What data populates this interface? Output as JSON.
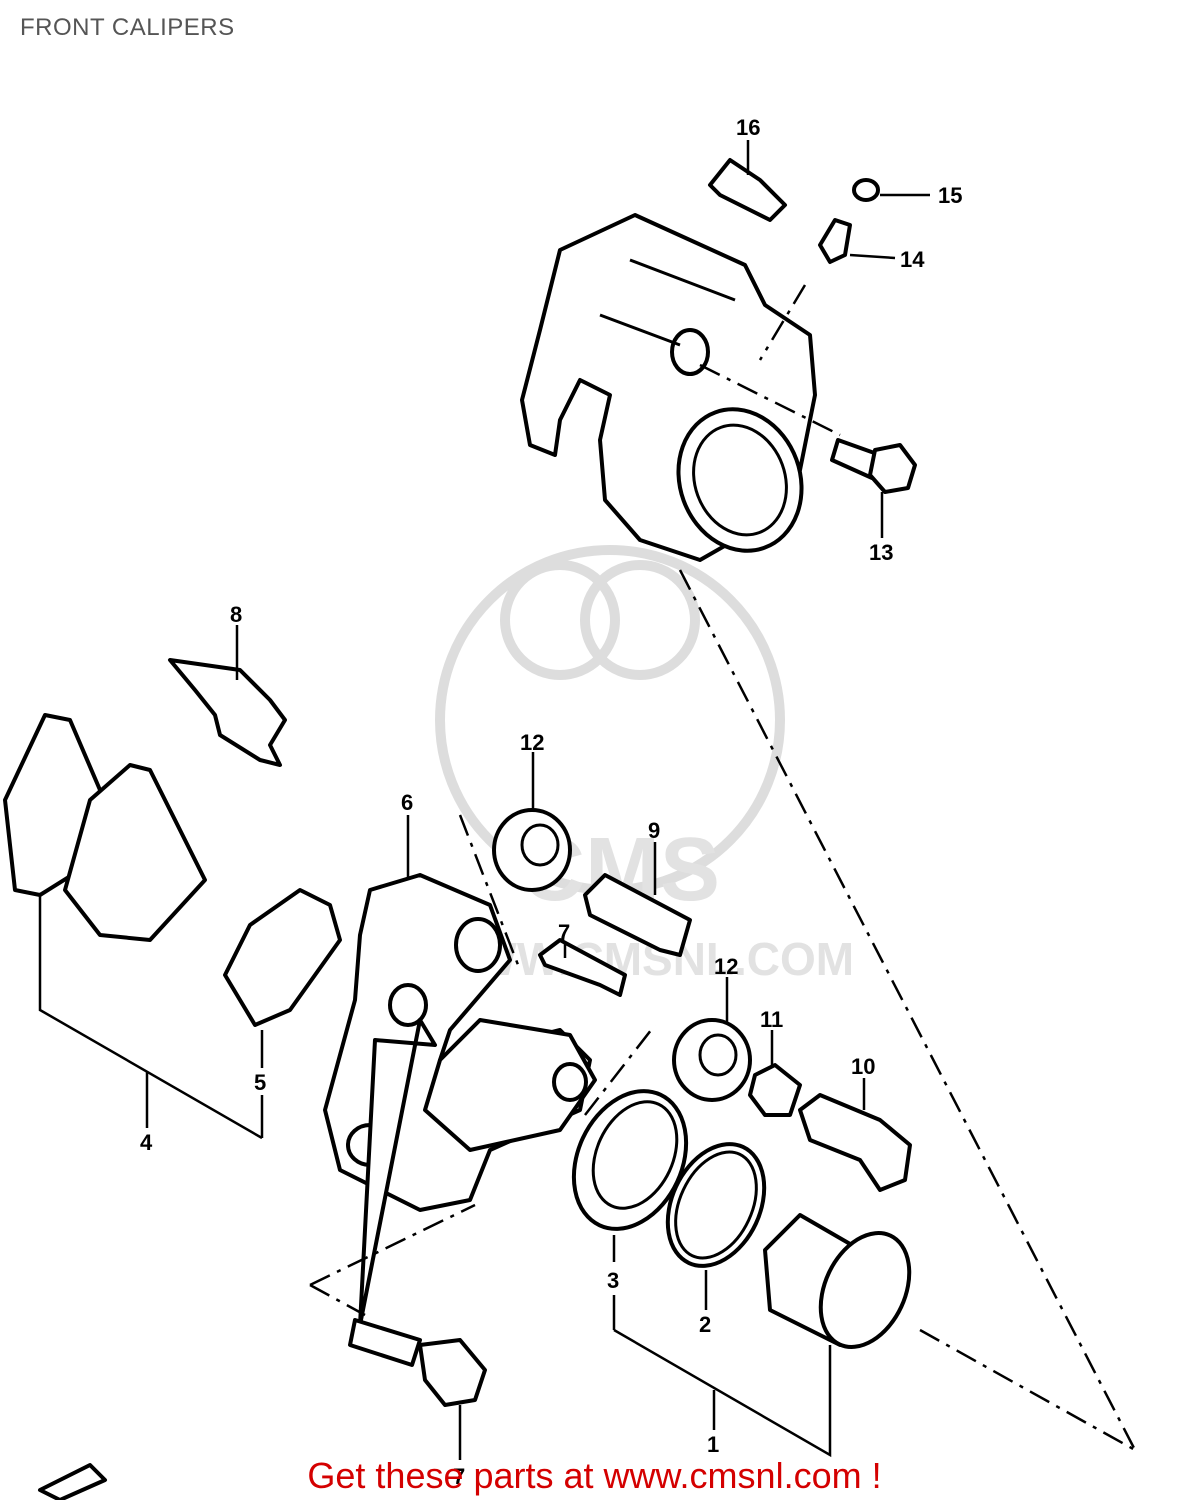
{
  "header": {
    "title": "FRONT CALIPERS"
  },
  "watermark": {
    "brand": "CMS",
    "site": "WWW.CMSNL.COM"
  },
  "callouts": [
    {
      "id": "c16",
      "label": "16"
    },
    {
      "id": "c15",
      "label": "15"
    },
    {
      "id": "c14",
      "label": "14"
    },
    {
      "id": "c13",
      "label": "13"
    },
    {
      "id": "c8",
      "label": "8"
    },
    {
      "id": "c12a",
      "label": "12"
    },
    {
      "id": "c6",
      "label": "6"
    },
    {
      "id": "c9",
      "label": "9"
    },
    {
      "id": "c7a",
      "label": "7"
    },
    {
      "id": "c12b",
      "label": "12"
    },
    {
      "id": "c11",
      "label": "11"
    },
    {
      "id": "c10",
      "label": "10"
    },
    {
      "id": "c5",
      "label": "5"
    },
    {
      "id": "c4",
      "label": "4"
    },
    {
      "id": "c3",
      "label": "3"
    },
    {
      "id": "c2",
      "label": "2"
    },
    {
      "id": "c1",
      "label": "1"
    },
    {
      "id": "c7b",
      "label": "7"
    }
  ],
  "footer": {
    "text": "Get these parts at www.cmsnl.com !",
    "color": "#d40000"
  }
}
